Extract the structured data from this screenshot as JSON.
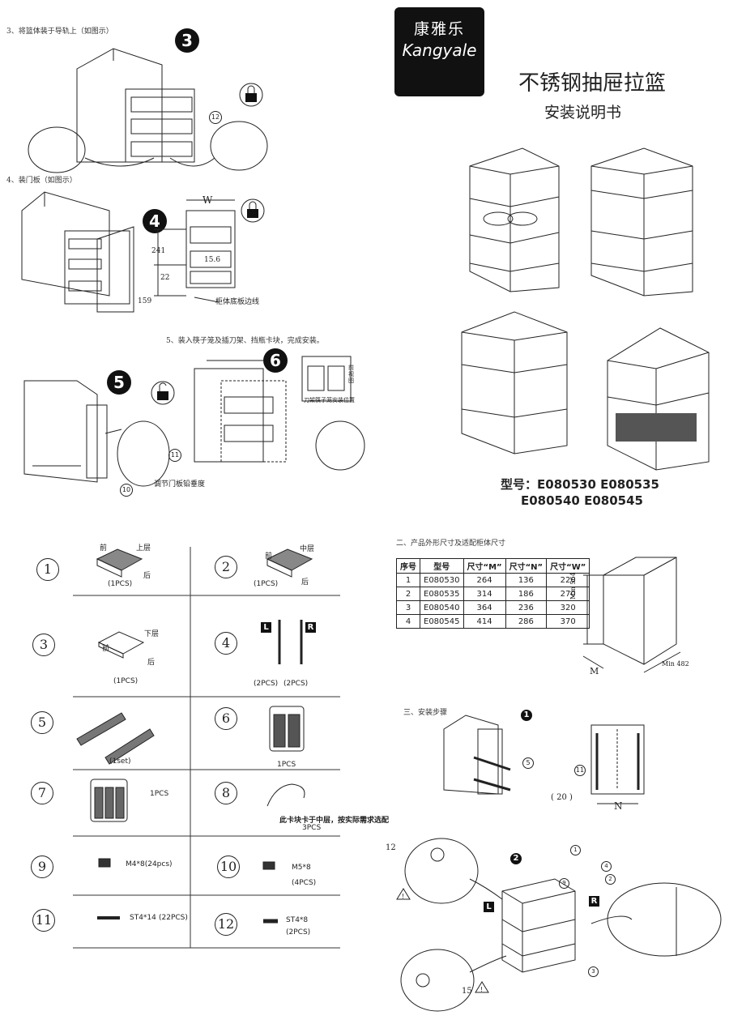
{
  "brand": {
    "name_cn": "康雅乐",
    "name_en": "Kangyale"
  },
  "title": {
    "main": "不锈钢抽屉拉篮",
    "sub": "安装说明书"
  },
  "models": {
    "label": "型号：",
    "row1": "E080530  E080535",
    "row2": "E080540  E080545"
  },
  "left_steps": {
    "step3_caption": "3、将篮体装于导轨上（如图示）",
    "step3_badge": "3",
    "step3_part": "12",
    "step4_caption": "4、装门板（如图示）",
    "step4_badge": "4",
    "step4_dims": {
      "w": "W",
      "d241": "241",
      "d15_6": "15.6",
      "d22": "22",
      "d159": "159",
      "edge_note": "柜体底板边线"
    },
    "step5_caption": "5、装入筷子笼及插刀架、挡瓶卡块，完成安装。",
    "step5_badge": "5",
    "step5_parts": {
      "p11": "11",
      "p10": "10"
    },
    "step5_note": "调节门板铅垂度",
    "step6_badge": "6",
    "step6_note1": "前视图",
    "step6_note2": "刀架筷子笼安装位置"
  },
  "parts": [
    {
      "num": "1",
      "top": "上层",
      "front": "前",
      "back": "后",
      "qty": "(1PCS)"
    },
    {
      "num": "2",
      "top": "中层",
      "front": "前",
      "back": "后",
      "qty": "(1PCS)"
    },
    {
      "num": "3",
      "top": "下层",
      "front": "前",
      "back": "后",
      "qty": "(1PCS)"
    },
    {
      "num": "4",
      "left": "L",
      "right": "R",
      "qty_l": "(2PCS)",
      "qty_r": "(2PCS)"
    },
    {
      "num": "5",
      "qty": "(1set)"
    },
    {
      "num": "6",
      "qty": "1PCS"
    },
    {
      "num": "7",
      "qty": "1PCS"
    },
    {
      "num": "8",
      "note": "此卡块卡于中层，按实际需求选配",
      "qty": "3PCS"
    },
    {
      "num": "9",
      "spec": "M4*8(24pcs)"
    },
    {
      "num": "10",
      "spec": "M5*8",
      "qty": "(4PCS)"
    },
    {
      "num": "11",
      "spec": "ST4*14",
      "qty": "(22PCS)"
    },
    {
      "num": "12",
      "spec": "ST4*8",
      "qty": "(2PCS)"
    }
  ],
  "size_section": {
    "heading": "二、产品外形尺寸及适配柜体尺寸",
    "columns": [
      "序号",
      "型号",
      "尺寸“M”",
      "尺寸“N”",
      "尺寸“W”"
    ],
    "rows": [
      [
        "1",
        "E080530",
        "264",
        "136",
        "220"
      ],
      [
        "2",
        "E080535",
        "314",
        "186",
        "270"
      ],
      [
        "3",
        "E080540",
        "364",
        "236",
        "320"
      ],
      [
        "4",
        "E080545",
        "414",
        "286",
        "370"
      ]
    ],
    "cabinet": {
      "min_h": "Min 564",
      "min_d": "Min 482",
      "m": "M"
    }
  },
  "install_section": {
    "heading": "三、安装步骤",
    "step1_badge": "1",
    "step1_part": "5",
    "step1_part11": "11",
    "step1_dim20": "( 20 )",
    "step1_n": "N",
    "step2_badge": "2",
    "step2_parts": [
      "1",
      "9",
      "4",
      "2",
      "3"
    ],
    "dim12": "12",
    "dim15": "15",
    "left": "L",
    "right": "R"
  }
}
